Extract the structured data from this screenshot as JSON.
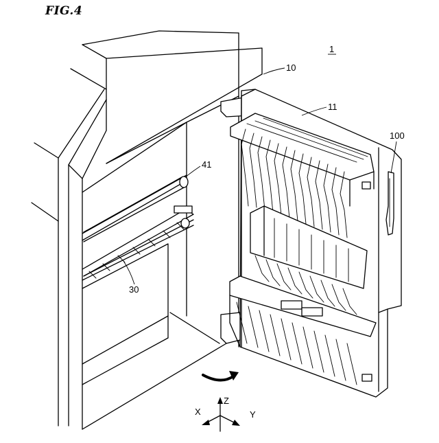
{
  "figure": {
    "title": "FIG.4"
  },
  "reference_labels": {
    "device": "1",
    "housing": "10",
    "cover": "11",
    "member": "100",
    "roller": "41",
    "unit": "30"
  },
  "axes": {
    "x": "X",
    "y": "Y",
    "z": "Z"
  }
}
